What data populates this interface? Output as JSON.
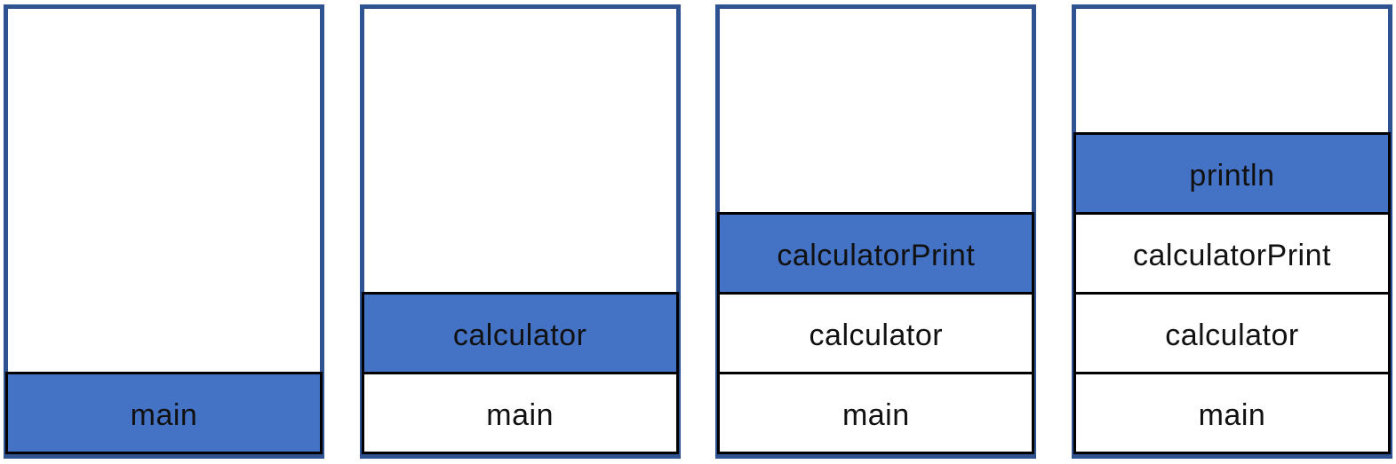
{
  "diagram": {
    "description": "call-stack-growth-sequence",
    "colors": {
      "panel_border": "#2F5291",
      "active_fill": "#4472C4",
      "inactive_fill": "#FFFFFF",
      "box_border": "#000000",
      "text": "#111111"
    },
    "stacks": [
      {
        "name": "stack-step-1",
        "frames": [
          {
            "label": "main",
            "active": true
          }
        ]
      },
      {
        "name": "stack-step-2",
        "frames": [
          {
            "label": "calculator",
            "active": true
          },
          {
            "label": "main",
            "active": false
          }
        ]
      },
      {
        "name": "stack-step-3",
        "frames": [
          {
            "label": "calculatorPrint",
            "active": true
          },
          {
            "label": "calculator",
            "active": false
          },
          {
            "label": "main",
            "active": false
          }
        ]
      },
      {
        "name": "stack-step-4",
        "frames": [
          {
            "label": "println",
            "active": true
          },
          {
            "label": "calculatorPrint",
            "active": false
          },
          {
            "label": "calculator",
            "active": false
          },
          {
            "label": "main",
            "active": false
          }
        ]
      }
    ]
  }
}
